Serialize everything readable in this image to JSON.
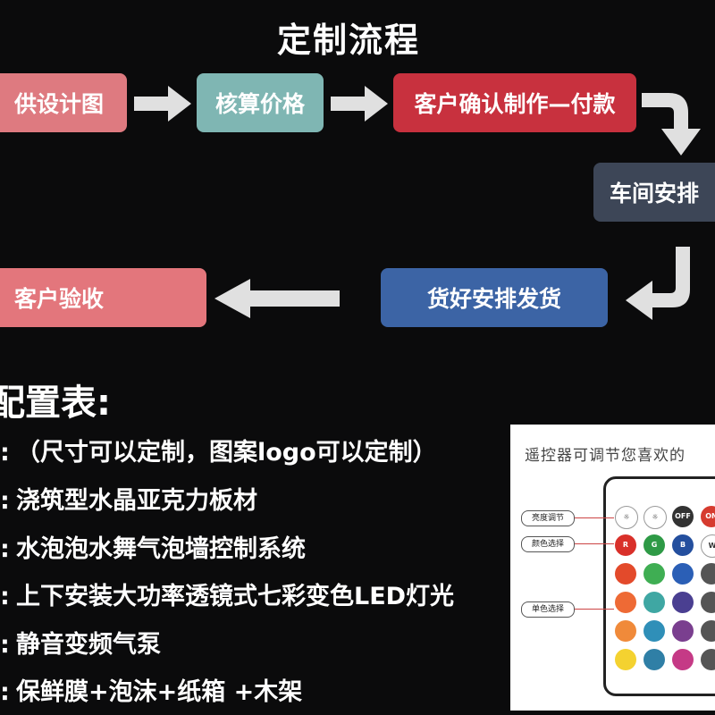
{
  "title": "定制流程",
  "flow": {
    "step1": "供设计图",
    "step2": "核算价格",
    "step3": "客户确认制作—付款",
    "step4": "车间安排",
    "step5": "货好安排发货",
    "step6": "客户验收",
    "colors": {
      "step1": "#de7a80",
      "step2": "#7fb6b3",
      "step3": "#c8313e",
      "step4": "#3d4657",
      "step5": "#3c64a5",
      "step6": "#e3767c",
      "arrow": "#e0e0e0"
    }
  },
  "config": {
    "title": "配置表:",
    "items": [
      "（尺寸可以定制，图案logo可以定制）",
      "浇筑型水晶亚克力板材",
      "水泡泡水舞气泡墙控制系统",
      "上下安装大功率透镜式七彩变色LED灯光",
      "静音变频气泵",
      "保鲜膜+泡沫+纸箱 +木架"
    ]
  },
  "remote_panel": {
    "title": "遥控器可调节您喜欢的",
    "label_brightness": "亮度调节",
    "label_color_select": "颜色选择",
    "label_single_color": "单色选择",
    "btn_off": "OFF",
    "btn_on": "ON",
    "btn_r": "R",
    "btn_g": "G",
    "btn_b": "B",
    "btn_w": "W"
  }
}
